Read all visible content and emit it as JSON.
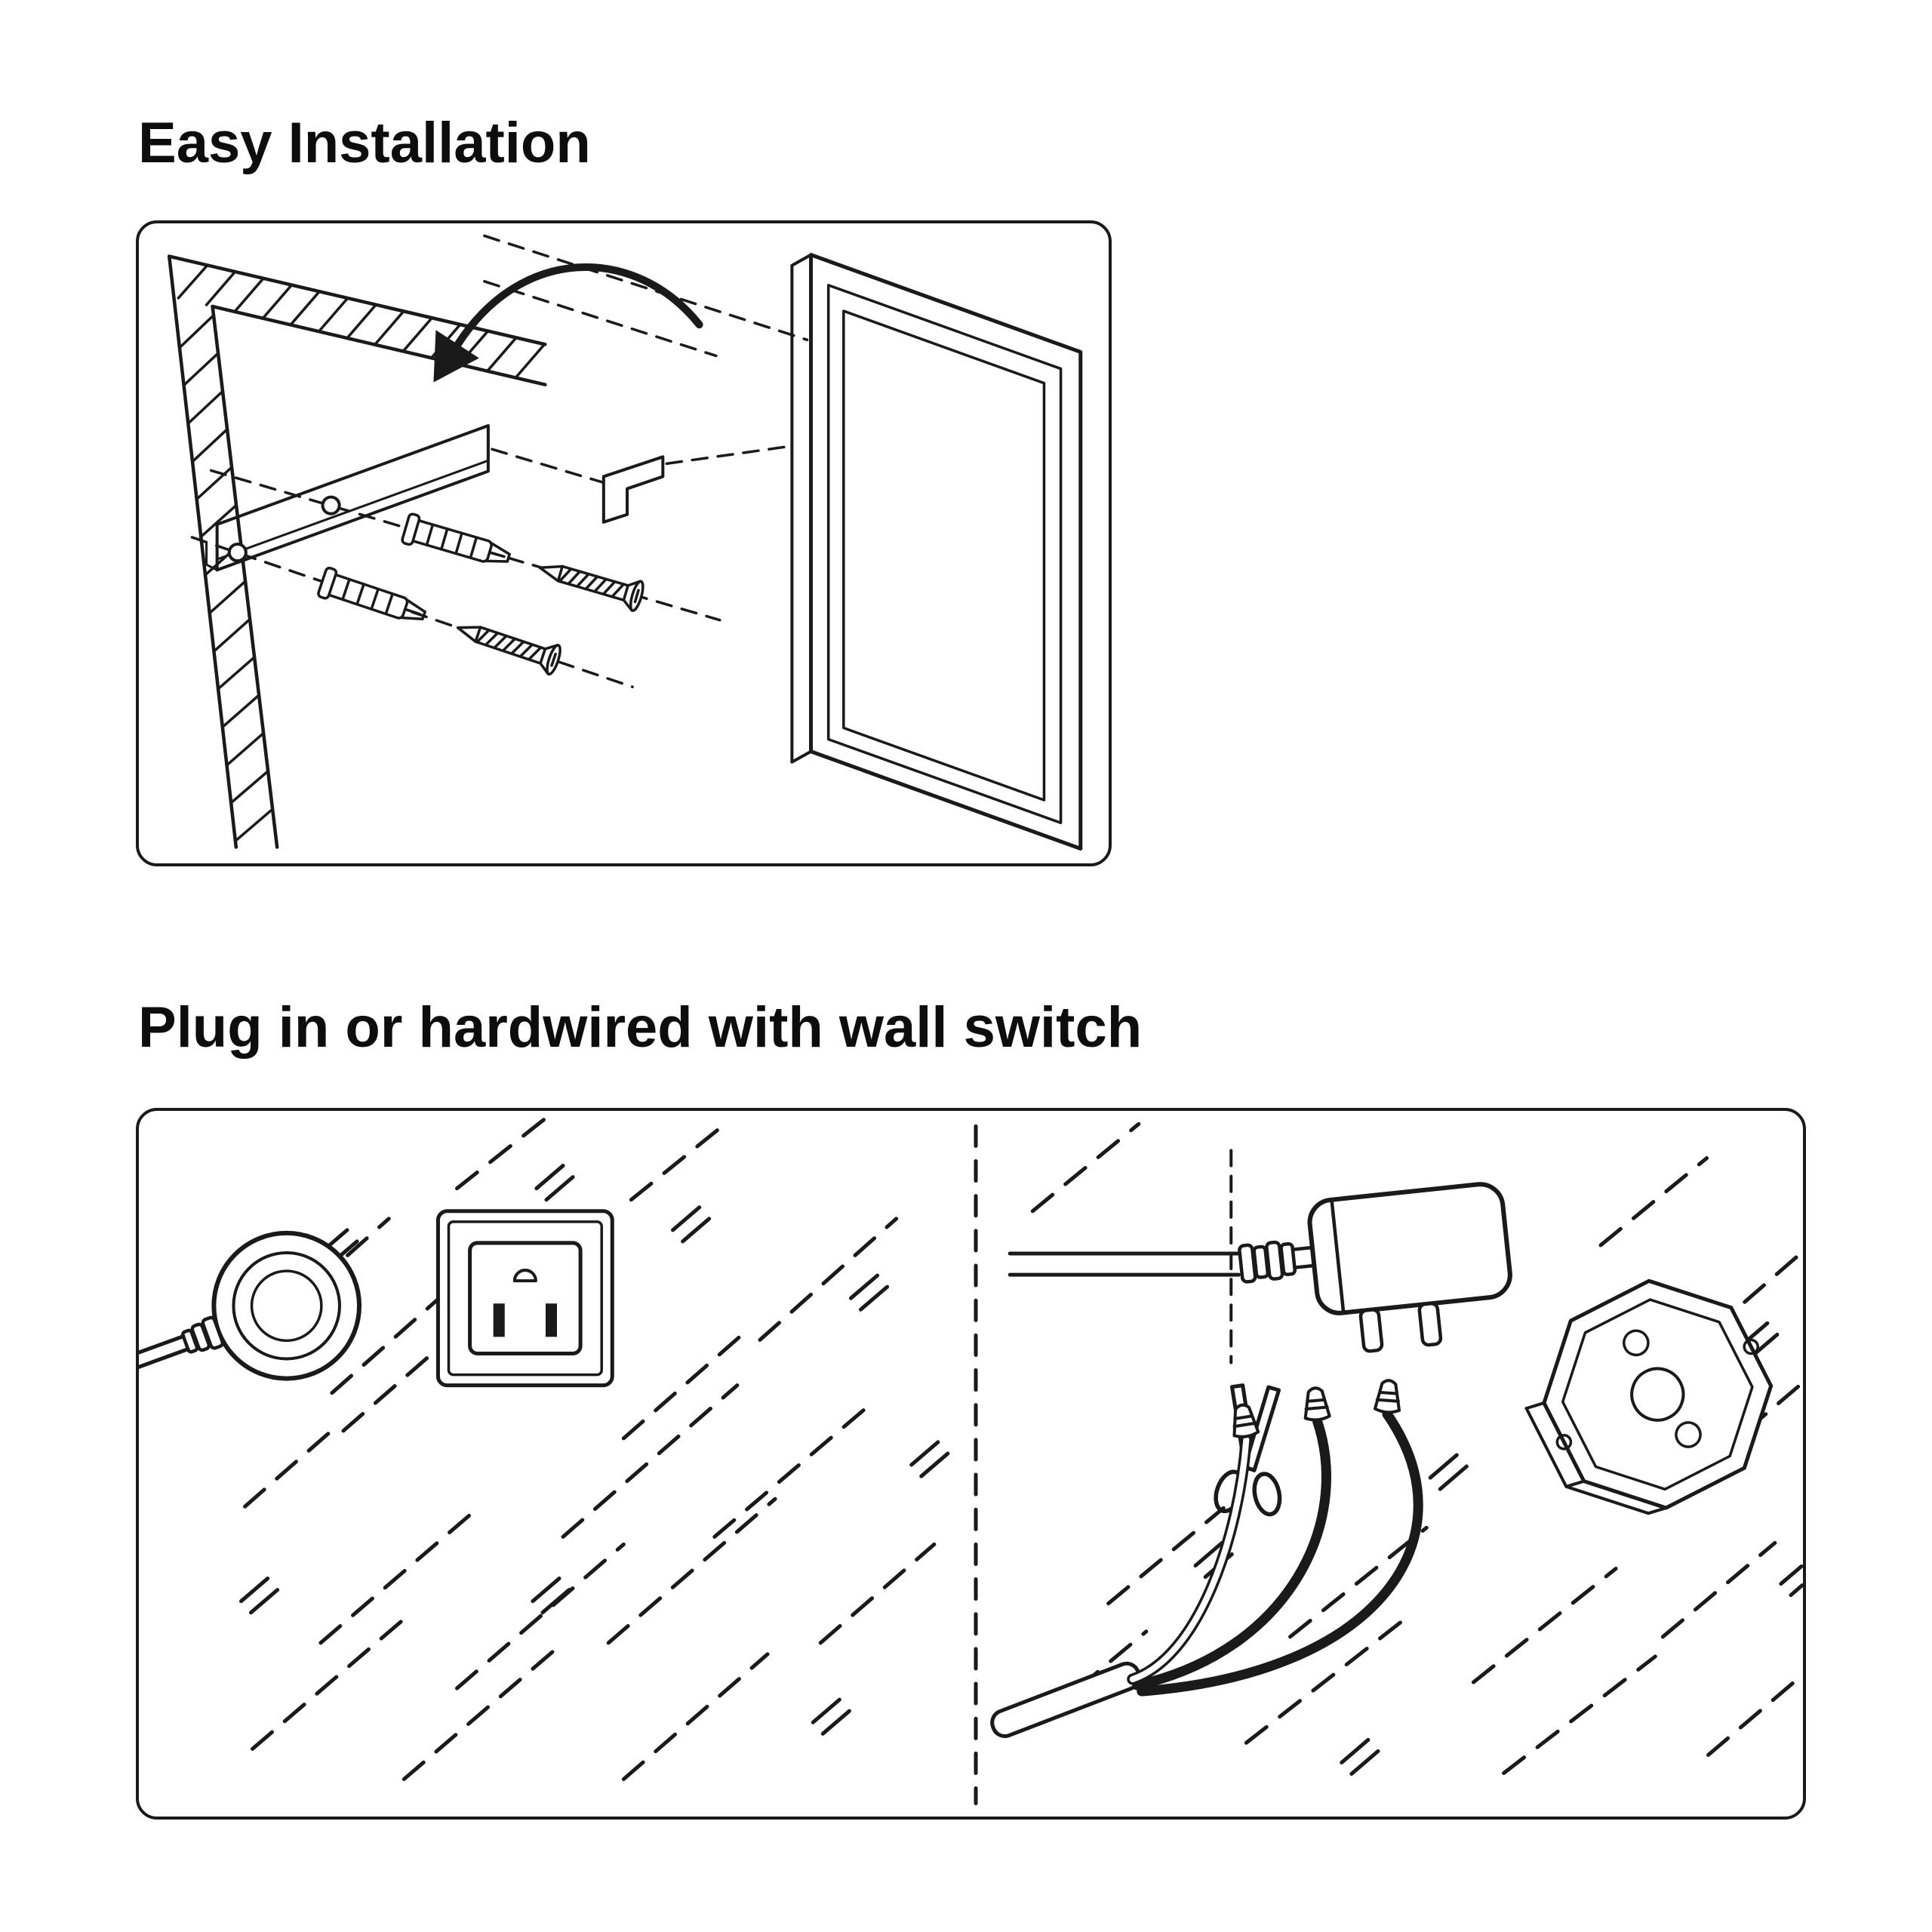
{
  "page": {
    "background": "#ffffff",
    "line_color": "#1a1a1a",
    "text_color": "#0d0d0d"
  },
  "sections": [
    {
      "id": "easy-installation",
      "title": "Easy Installation"
    },
    {
      "id": "plug-or-hardwired",
      "title": "Plug in or hardwired with wall switch"
    }
  ]
}
